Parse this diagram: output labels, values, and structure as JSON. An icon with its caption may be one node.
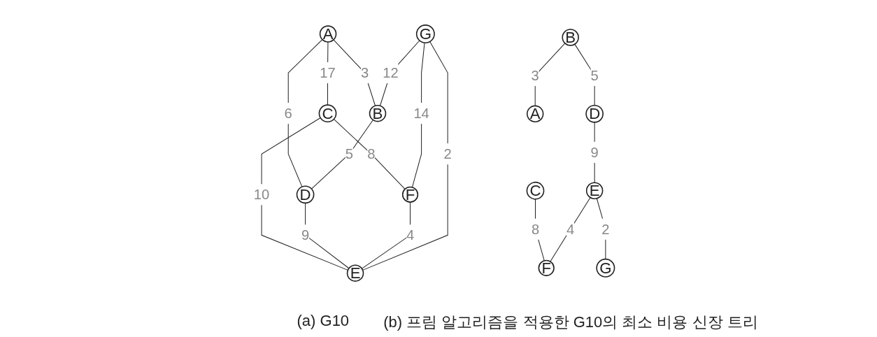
{
  "diagram": {
    "nodes": [
      {
        "text": [
          "A"
        ]
      },
      {
        "text": [
          "B"
        ]
      },
      {
        "text": [
          "D"
        ]
      },
      {
        "text": [
          "C"
        ]
      },
      {
        "text": [
          "E"
        ]
      },
      {
        "text": [
          "F"
        ]
      },
      {
        "text": [
          "G"
        ]
      },
      {
        "text": [
          "A"
        ]
      },
      {
        "text": [
          "B"
        ]
      },
      {
        "text": [
          "D"
        ]
      },
      {
        "text": [
          "C"
        ]
      },
      {
        "text": [
          "E"
        ]
      },
      {
        "text": [
          "F"
        ]
      },
      {
        "text": [
          "G"
        ]
      }
    ],
    "edges": [
      {
        "from": 0,
        "to": 1,
        "arrow": "none",
        "label": "3"
      },
      {
        "from": 0,
        "to": 3,
        "arrow": "none",
        "label": "17"
      },
      {
        "from": 0,
        "to": 2,
        "arrow": "none",
        "label": "6"
      },
      {
        "from": 1,
        "to": 2,
        "arrow": "none",
        "label": "5"
      },
      {
        "from": 6,
        "to": 1,
        "arrow": "none",
        "label": "12"
      },
      {
        "from": 3,
        "to": 4,
        "arrow": "none",
        "label": "10"
      },
      {
        "from": 2,
        "to": 4,
        "arrow": "none",
        "label": "9"
      },
      {
        "from": 3,
        "to": 5,
        "arrow": "none",
        "label": "8"
      },
      {
        "from": 5,
        "to": 4,
        "arrow": "none",
        "label": "4"
      },
      {
        "from": 6,
        "to": 4,
        "arrow": "none",
        "label": "2"
      },
      {
        "from": 6,
        "to": 5,
        "arrow": "none",
        "label": "14"
      },
      {
        "from": 8,
        "to": 7,
        "arrow": "none",
        "label": "3"
      },
      {
        "from": 8,
        "to": 9,
        "arrow": "none",
        "label": "5"
      },
      {
        "from": 9,
        "to": 11,
        "arrow": "none",
        "label": "9"
      },
      {
        "from": 10,
        "to": 12,
        "arrow": "none",
        "label": "8"
      },
      {
        "from": 11,
        "to": 12,
        "arrow": "none",
        "label": "4"
      },
      {
        "from": 11,
        "to": 13,
        "arrow": "none",
        "label": "2"
      }
    ],
    "labels": [
      "(a) G10",
      "(b) 프림 알고리즘을 적용한 G10의 최소 비용 신장 트리"
    ]
  }
}
